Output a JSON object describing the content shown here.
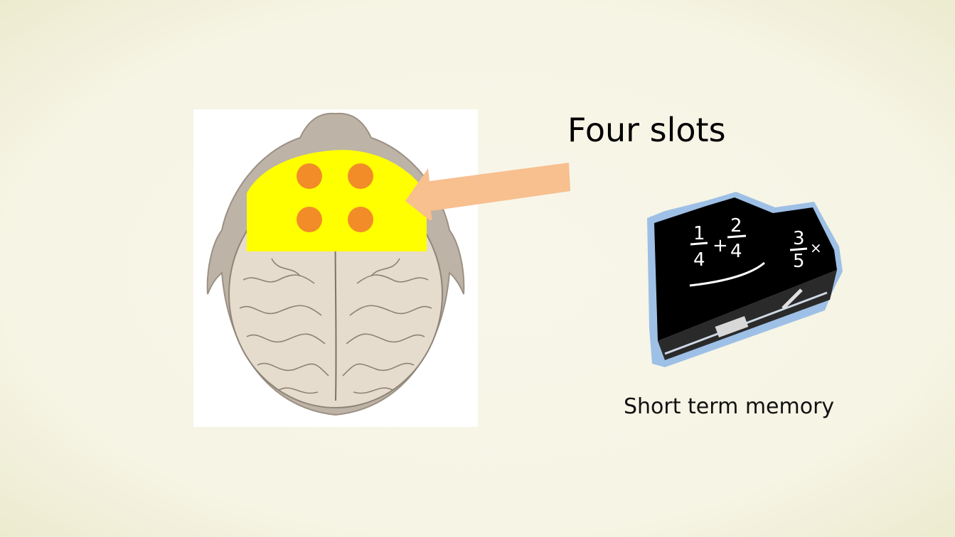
{
  "title": "Four slots",
  "caption": "Short term memory",
  "chalkboard": {
    "fraction1": {
      "num": "1",
      "den": "4"
    },
    "operator": "+",
    "fraction2": {
      "num": "2",
      "den": "4"
    },
    "fraction3": {
      "num": "3",
      "den": "5"
    },
    "mark": "×"
  },
  "colors": {
    "background": "#f7f5e6",
    "slots_region": "#ffff00",
    "slot": "#f28c28",
    "arrow": "#f8bf8f",
    "brain": "#e6dccd",
    "skull": "#bdb3a6",
    "board": "#000000",
    "board_outline": "#9ec0e6"
  },
  "slots": {
    "count": 4
  }
}
